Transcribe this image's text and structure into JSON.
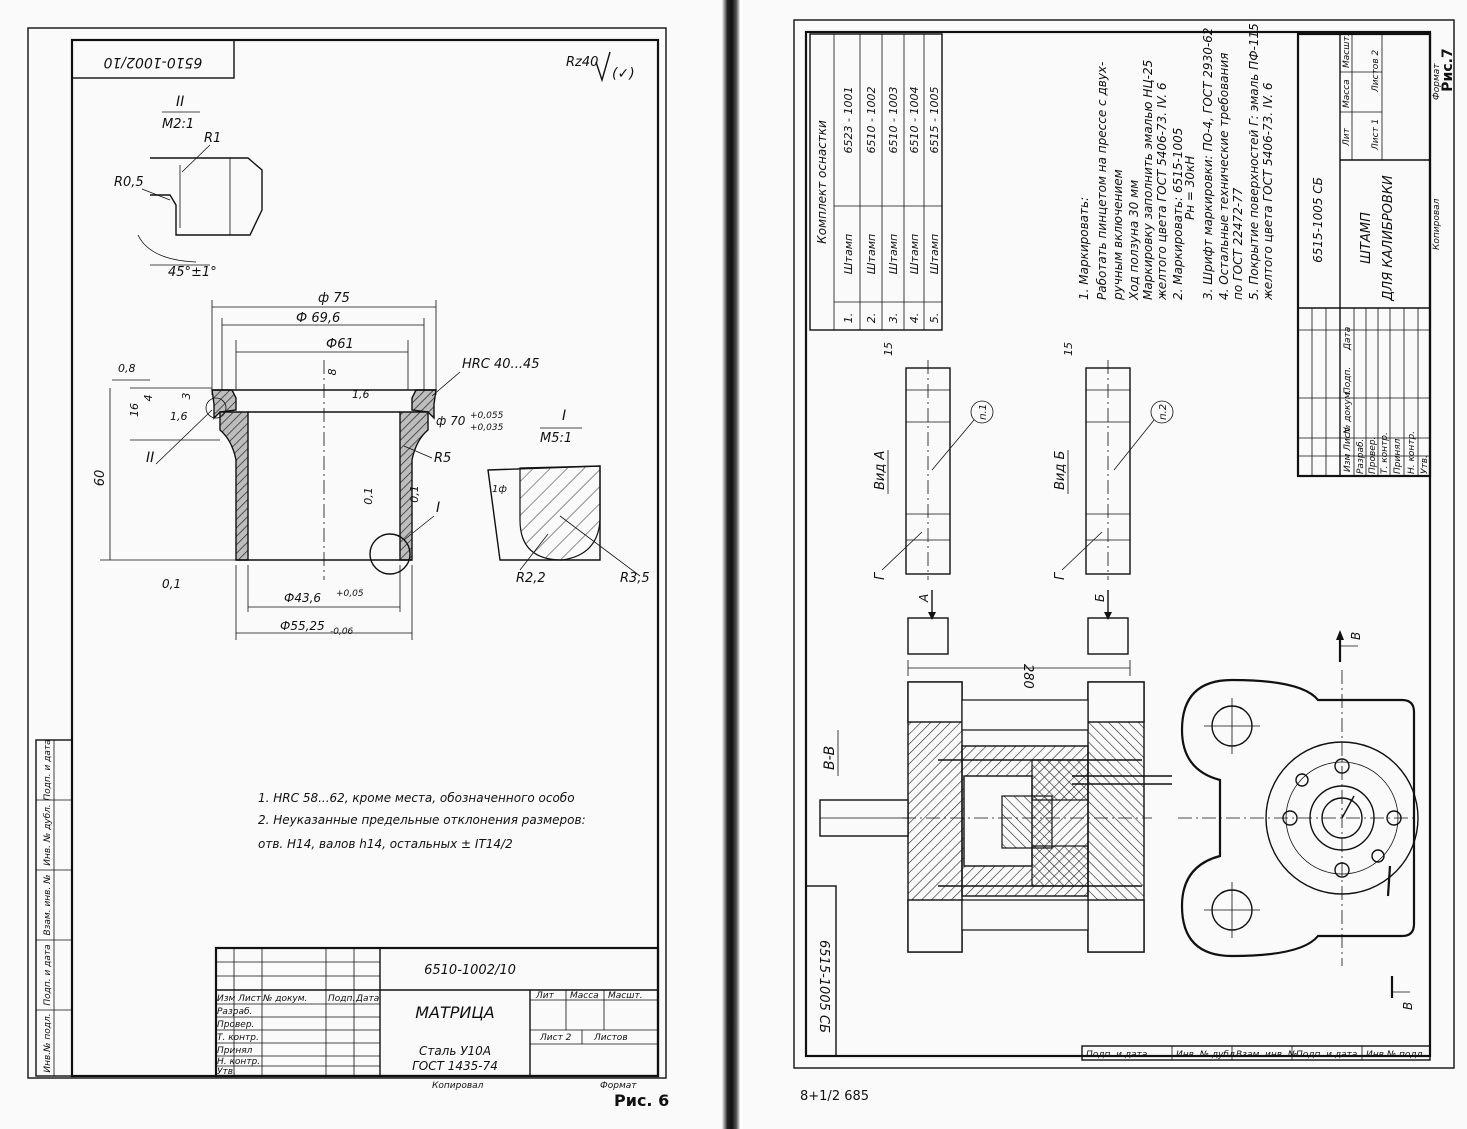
{
  "left": {
    "doc_number_rotated": "6510-1002/10",
    "roughness": "Rz40",
    "roughness_mark": "(✓)",
    "detail_II": {
      "label": "II",
      "scale": "M2:1",
      "r1": "R1",
      "r05": "R0,5",
      "angle": "45°±1°"
    },
    "detail_I": {
      "label": "I",
      "scale": "M5:1",
      "r22": "R2,2",
      "r35": "R3,5",
      "small": "1ф"
    },
    "dims": {
      "d75": "ф 75",
      "d696": "Ф 69,6",
      "d61": "Ф61",
      "hrc": "HRC 40...45",
      "d70": "ф 70",
      "d70_tol_up": "+0,055",
      "d70_tol_lo": "+0,035",
      "r5": "R5",
      "d436": "Ф43,6",
      "d436_tol": "+0,05",
      "d5525": "Ф55,25",
      "d5525_tol": "-0,06",
      "h60": "60",
      "h16": "16",
      "h4": "4",
      "h08": "0,8",
      "h3": "3",
      "h16b": "1,6",
      "v8": "8",
      "v16": "1,6",
      "sec_II": "II",
      "sec_I": "I",
      "rough01a": "0,1",
      "rough01b": "0,1",
      "rough01c": "0,1"
    },
    "notes": [
      "1. HRC 58...62, кроме места, обозначенного особо",
      "2. Неуказанные предельные отклонения размеров:",
      "отв. H14, валов h14, остальных ± IT14/2"
    ],
    "stamp": {
      "code": "6510-1002/10",
      "name": "МАТРИЦА",
      "material_1": "Сталь У10А",
      "material_2": "ГОСТ 1435-74",
      "hdr_lit": "Лит",
      "hdr_mass": "Масса",
      "hdr_scale": "Масшт.",
      "sheet": "Лист 2",
      "sheets": "Листов",
      "rows": [
        "Изм Лист",
        "Разраб.",
        "Провер.",
        "Т. контр.",
        "Принял",
        "Н. контр.",
        "Утв."
      ],
      "col_doc": "№ докум.",
      "col_sign": "Подп.",
      "col_date": "Дата",
      "copied": "Копировал",
      "format": "Формат"
    },
    "side_column": [
      "Инв.№ подл.",
      "Подп. и дата",
      "Взам. инв. №",
      "Инв. № дубл.",
      "Подп. и дата"
    ],
    "figure_label": "Рис. 6"
  },
  "right": {
    "kit_title": "Комплект оснастки",
    "kit": [
      {
        "n": "1.",
        "name": "Штамп",
        "code": "6523 - 1001"
      },
      {
        "n": "2.",
        "name": "Штамп",
        "code": "6510 - 1002"
      },
      {
        "n": "3.",
        "name": "Штамп",
        "code": "6510 - 1003"
      },
      {
        "n": "4.",
        "name": "Штамп",
        "code": "6510 - 1004"
      },
      {
        "n": "5.",
        "name": "Штамп",
        "code": "6515 - 1005"
      }
    ],
    "notes": [
      "1. Маркировать:",
      "Работать пинцетом на прессе с двух-",
      "ручным включением",
      "Ход ползуна 30 мм",
      "Маркировку заполнить эмалью НЦ-25",
      "желтого цвета ГОСТ 5406-73. IV. 6",
      "2. Маркировать: 6515-1005",
      "Pн = 30кН",
      "3. Шрифт маркировки: ПО-4, ГОСТ 2930-62",
      "4. Остальные технические требования",
      "по ГОСТ 22472-77",
      "5. Покрытие поверхностей Г: эмаль ПФ-115",
      "желтого цвета ГОСТ 5406-73. IV. 6"
    ],
    "stamp": {
      "code": "6515-1005 СБ",
      "name_1": "ШТАМП",
      "name_2": "ДЛЯ КАЛИБРОВКИ",
      "hdr_lit": "Лит",
      "hdr_mass": "Масса",
      "hdr_scale": "Масшт.",
      "sheet": "Лист 1",
      "sheets": "Листов 2",
      "rows": [
        "Изм Лист",
        "Разраб.",
        "Провер.",
        "Т. контр.",
        "Принял",
        "Н. контр.",
        "Утв."
      ],
      "col_doc": "№ докум.",
      "col_sign": "Подп.",
      "col_date": "Дата",
      "copied": "Копировал",
      "format": "Формат"
    },
    "views": {
      "vid_a": "Вид А",
      "vid_b": "Вид Б",
      "g1": "Г",
      "g2": "Г",
      "a": "А",
      "b": "Б",
      "dim15a": "15",
      "dim15b": "15",
      "p1": "п.1",
      "p2": "п.2",
      "dim280": "280",
      "section": "В-В",
      "v_top": "В",
      "v_bot": "В"
    },
    "side_code": "6515-1005 СБ",
    "bottom_strip": [
      "Инв.№ подл.",
      "Подп. и дата",
      "Взам. инв. №",
      "Инв. № дубл.",
      "Подп. и дата"
    ],
    "page_number": "8+1/2  685",
    "figure_label": "Рис.7"
  }
}
